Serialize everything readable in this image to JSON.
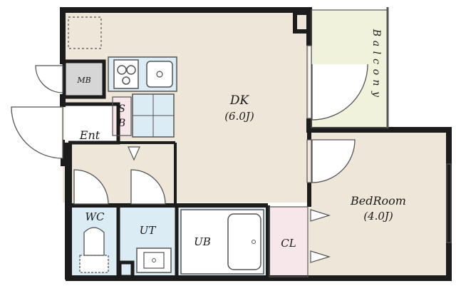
{
  "colors": {
    "wall": "#1c1c1c",
    "dk_floor": "#efe6da",
    "bedroom_floor": "#efe6da",
    "wet_area": "#dcecf4",
    "closet": "#f7e6ea",
    "balcony": "#f1f2dc",
    "fixture_fill": "#d6d6d6",
    "fixture_line": "#555555",
    "background": "#ffffff"
  },
  "rooms": {
    "dk": {
      "name": "DK",
      "size": "(6.0J)"
    },
    "bedroom": {
      "name": "BedRoom",
      "size": "(4.0J)"
    },
    "balcony": {
      "letters": [
        "B",
        "a",
        "l",
        "c",
        "o",
        "n",
        "y"
      ]
    },
    "entrance": {
      "name": "Ent"
    },
    "wc": {
      "name": "WC"
    },
    "ut": {
      "name": "UT"
    },
    "ub": {
      "name": "UB"
    },
    "cl": {
      "name": "CL"
    },
    "mb": {
      "name": "MB"
    },
    "sb": {
      "letters": [
        "S",
        "B"
      ]
    }
  },
  "icons": {
    "stove": "gas-stove-icon",
    "sink": "kitchen-sink-icon",
    "fridge": "refrigerator-space-icon",
    "toilet": "toilet-icon",
    "washbasin": "washbasin-icon",
    "bathtub": "bathtub-icon",
    "washing_machine": "washing-machine-space-icon"
  }
}
